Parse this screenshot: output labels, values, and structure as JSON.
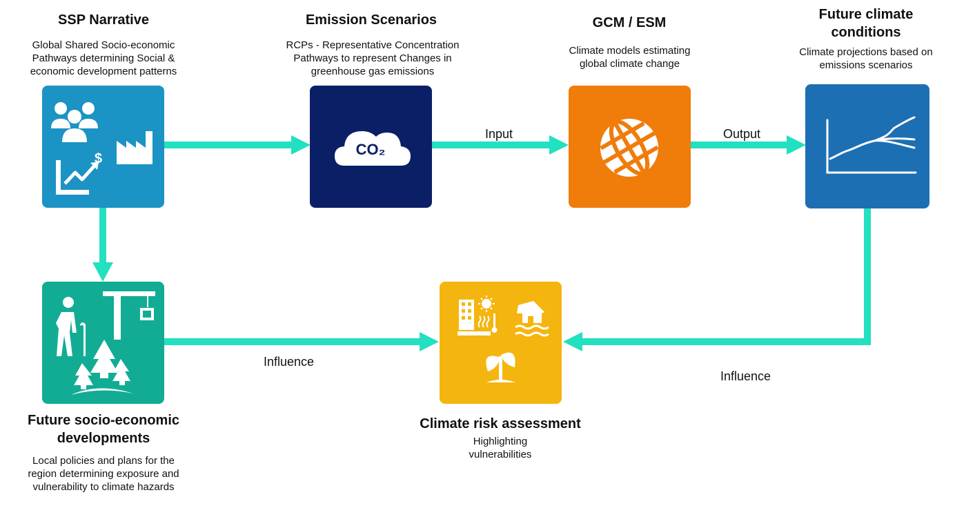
{
  "nodes": {
    "ssp": {
      "title": "SSP Narrative",
      "desc_lines": [
        "Global Shared Socio-economic",
        "Pathways determining Social &",
        "economic development patterns"
      ],
      "color": "#1b93c4"
    },
    "emission": {
      "title": "Emission Scenarios",
      "desc_lines": [
        "RCPs - Representative Concentration",
        "Pathways to represent Changes in",
        "greenhouse gas emissions"
      ],
      "icon_text": "CO₂",
      "color": "#0b1f66"
    },
    "gcm": {
      "title": "GCM / ESM",
      "desc_lines": [
        "Climate models estimating",
        "global climate change"
      ],
      "color": "#f07c0a"
    },
    "future_climate": {
      "title_lines": [
        "Future climate",
        "conditions"
      ],
      "desc_lines": [
        "Climate projections based on",
        "emissions scenarios"
      ],
      "color": "#1d6fb3"
    },
    "socio": {
      "title_lines": [
        "Future socio-economic",
        "developments"
      ],
      "desc_lines": [
        "Local policies and plans for the",
        "region determining exposure and",
        "vulnerability to climate hazards"
      ],
      "color": "#12ac94"
    },
    "risk": {
      "title": "Climate risk assessment",
      "desc_lines": [
        "Highlighting",
        "vulnerabilities"
      ],
      "color": "#f5b50f"
    }
  },
  "edges": {
    "input_label": "Input",
    "output_label": "Output",
    "influence_left_label": "Influence",
    "influence_right_label": "Influence",
    "color": "#22e0c0"
  }
}
